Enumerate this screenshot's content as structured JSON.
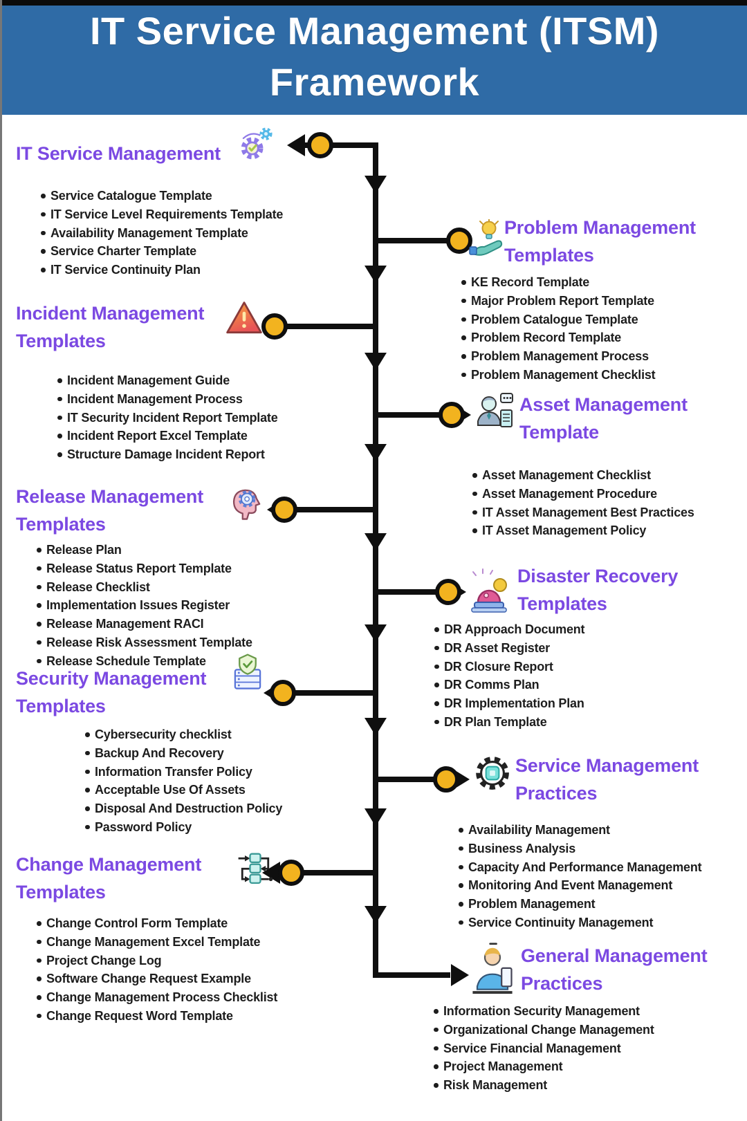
{
  "header": {
    "title_line1": "IT Service Management (ITSM)",
    "title_line2": "Framework"
  },
  "theme": {
    "header_bg": "#2f6ba6",
    "header_text": "#ffffff",
    "heading_color": "#7b49e2",
    "text_color": "#1d1d1d",
    "connector_color": "#0f0f0f",
    "node_fill": "#f2b31f",
    "background": "#ffffff",
    "frame_color": "#0b0b0b"
  },
  "sections": [
    {
      "id": "it-service-management",
      "side": "left",
      "title": "IT Service Management",
      "icon": "gear-check-icon",
      "items": [
        "Service Catalogue Template",
        "IT Service Level Requirements Template",
        "Availability Management Template",
        "Service Charter Template",
        "IT Service Continuity Plan"
      ]
    },
    {
      "id": "problem-management-templates",
      "side": "right",
      "title": "Problem Management Templates",
      "icon": "lightbulb-hand-icon",
      "items": [
        "KE Record Template",
        "Major Problem Report Template",
        "Problem Catalogue Template",
        "Problem Record Template",
        "Problem Management Process",
        "Problem Management Checklist"
      ]
    },
    {
      "id": "incident-management-templates",
      "side": "left",
      "title": "Incident Management Templates",
      "icon": "warning-triangle-icon",
      "items": [
        "Incident Management Guide",
        "Incident Management Process",
        "IT Security Incident Report Template",
        "Incident Report Excel Template",
        "Structure Damage Incident Report"
      ]
    },
    {
      "id": "asset-management-template",
      "side": "right",
      "title": "Asset Management Template",
      "icon": "person-clipboard-icon",
      "items": [
        "Asset Management Checklist",
        "Asset Management Procedure",
        "IT Asset Management Best Practices",
        "IT Asset Management Policy"
      ]
    },
    {
      "id": "release-management-templates",
      "side": "left",
      "title": "Release Management Templates",
      "icon": "head-gear-icon",
      "items": [
        "Release Plan",
        "Release Status Report Template",
        "Release Checklist",
        "Implementation Issues Register",
        "Release Management RACI",
        "Release Risk Assessment Template",
        "Release Schedule Template"
      ]
    },
    {
      "id": "disaster-recovery-templates",
      "side": "right",
      "title": "Disaster Recovery Templates",
      "icon": "siren-icon",
      "items": [
        "DR Approach Document",
        "DR Asset Register",
        "DR Closure Report",
        "DR Comms Plan",
        "DR Implementation Plan",
        "DR Plan Template"
      ]
    },
    {
      "id": "security-management-templates",
      "side": "left",
      "title": "Security Management Templates",
      "icon": "shield-server-icon",
      "items": [
        "Cybersecurity checklist",
        "Backup And Recovery",
        "Information Transfer Policy",
        "Acceptable Use Of Assets",
        "Disposal And Destruction Policy",
        "Password Policy"
      ]
    },
    {
      "id": "service-management-practices",
      "side": "right",
      "title": "Service Management Practices",
      "icon": "gear-icon",
      "items": [
        "Availability Management",
        "Business Analysis",
        "Capacity And Performance Management",
        "Monitoring And Event Management",
        "Problem Management",
        "Service Continuity Management"
      ]
    },
    {
      "id": "change-management-templates",
      "side": "left",
      "title": "Change Management Templates",
      "icon": "flowchart-icon",
      "items": [
        "Change Control Form Template",
        "Change Management Excel Template",
        "Project Change Log",
        "Software Change Request Example",
        "Change Management Process Checklist",
        "Change Request Word Template"
      ]
    },
    {
      "id": "general-management-practices",
      "side": "right",
      "title": "General Management Practices",
      "icon": "person-icon",
      "items": [
        "Information Security Management",
        "Organizational Change Management",
        "Service Financial Management",
        "Project Management",
        "Risk Management"
      ]
    }
  ]
}
